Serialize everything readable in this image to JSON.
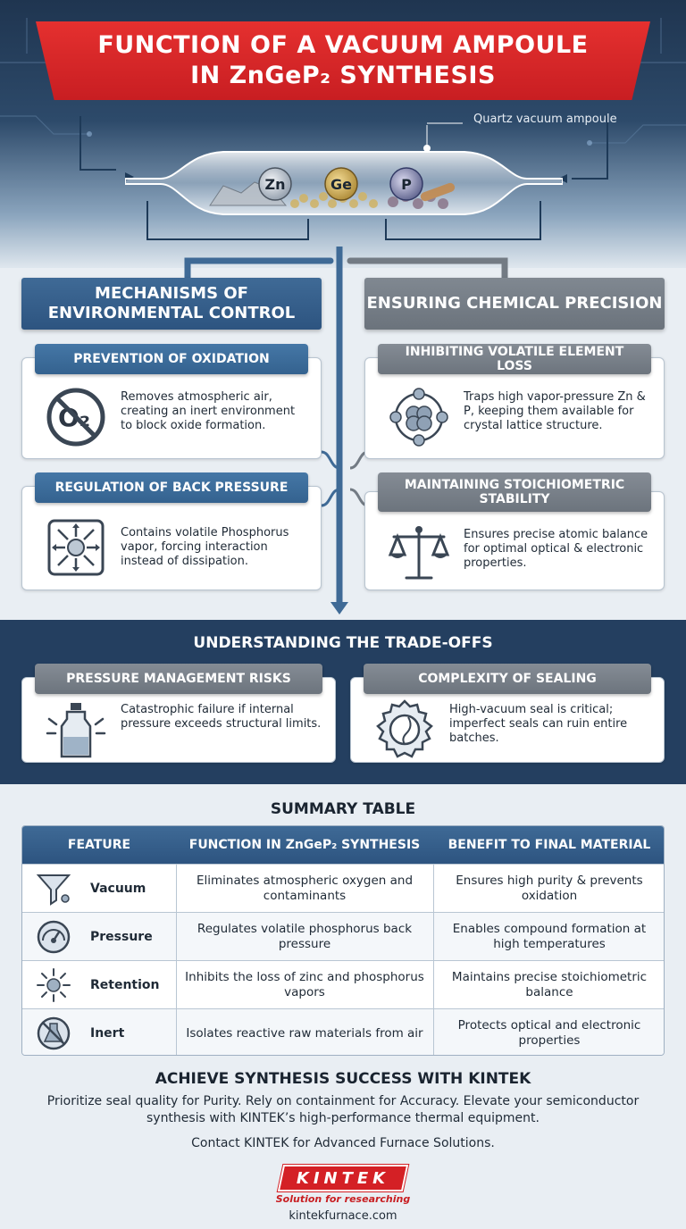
{
  "title": {
    "line1": "FUNCTION OF A VACUUM AMPOULE",
    "line2": "IN ZnGeP₂ SYNTHESIS"
  },
  "ampoule": {
    "label": "Quartz vacuum ampoule",
    "elements": [
      "Zn",
      "Ge",
      "P"
    ]
  },
  "mechanisms": {
    "heading": "MECHANISMS OF ENVIRONMENTAL CONTROL",
    "cards": [
      {
        "title": "PREVENTION OF OXIDATION",
        "text": "Removes atmospheric air, creating an inert environment to block oxide formation.",
        "icon": "no-oxygen-icon",
        "icon_label": "O₂"
      },
      {
        "title": "REGULATION OF BACK PRESSURE",
        "text": "Contains volatile Phosphorus vapor, forcing interaction instead of dissipation.",
        "icon": "pressure-arrows-icon"
      }
    ]
  },
  "precision": {
    "heading": "ENSURING CHEMICAL PRECISION",
    "cards": [
      {
        "title": "INHIBITING VOLATILE ELEMENT LOSS",
        "text": "Traps high vapor-pressure Zn & P, keeping them available for crystal lattice structure.",
        "icon": "molecule-icon"
      },
      {
        "title": "MAINTAINING STOICHIOMETRIC STABILITY",
        "text": "Ensures precise atomic balance for optimal optical & electronic properties.",
        "icon": "balance-scale-icon"
      }
    ]
  },
  "tradeoffs": {
    "heading": "UNDERSTANDING THE TRADE-OFFS",
    "cards": [
      {
        "title": "PRESSURE MANAGEMENT RISKS",
        "text": "Catastrophic failure if internal pressure exceeds structural limits.",
        "icon": "bottle-burst-icon"
      },
      {
        "title": "COMPLEXITY OF SEALING",
        "text": "High-vacuum seal is critical; imperfect seals can ruin entire batches.",
        "icon": "seal-gear-icon"
      }
    ]
  },
  "summary": {
    "heading": "SUMMARY TABLE",
    "columns": [
      "FEATURE",
      "FUNCTION IN ZnGeP₂ SYNTHESIS",
      "BENEFIT TO FINAL MATERIAL"
    ],
    "rows": [
      {
        "feature": "Vacuum",
        "icon": "funnel-icon",
        "function": "Eliminates atmospheric oxygen and contaminants",
        "benefit": "Ensures high purity & prevents oxidation"
      },
      {
        "feature": "Pressure",
        "icon": "gauge-icon",
        "function": "Regulates volatile phosphorus back pressure",
        "benefit": "Enables compound formation at high temperatures"
      },
      {
        "feature": "Retention",
        "icon": "retention-arrows-icon",
        "function": "Inhibits the loss of zinc and phosphorus vapors",
        "benefit": "Maintains precise stoichiometric balance"
      },
      {
        "feature": "Inert",
        "icon": "no-flask-icon",
        "function": "Isolates reactive raw materials from air",
        "benefit": "Protects optical and electronic properties"
      }
    ]
  },
  "cta": {
    "heading": "ACHIEVE SYNTHESIS SUCCESS WITH KINTEK",
    "text": "Prioritize seal quality for Purity. Rely on containment for Accuracy. Elevate your semiconductor synthesis with KINTEK’s high-performance thermal equipment.",
    "contact": "Contact KINTEK for Advanced Furnace Solutions.",
    "logo": "KINTEK",
    "tagline": "Solution for researching",
    "website": "kintekfurnace.com"
  },
  "colors": {
    "red": "#d42025",
    "blue": "#2d5480",
    "navy": "#243f60",
    "gray": "#6b737c"
  }
}
